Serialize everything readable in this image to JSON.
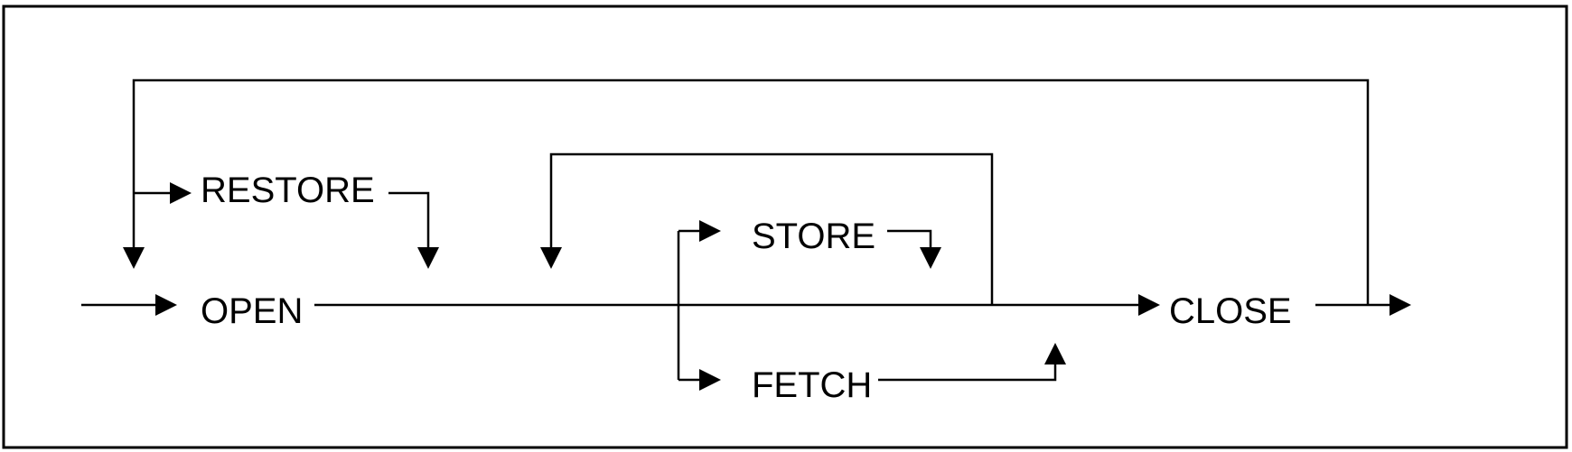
{
  "nodes": {
    "open": "OPEN",
    "restore": "RESTORE",
    "store": "STORE",
    "fetch": "FETCH",
    "close": "CLOSE"
  },
  "colors": {
    "line": "#000000",
    "background": "#ffffff"
  }
}
